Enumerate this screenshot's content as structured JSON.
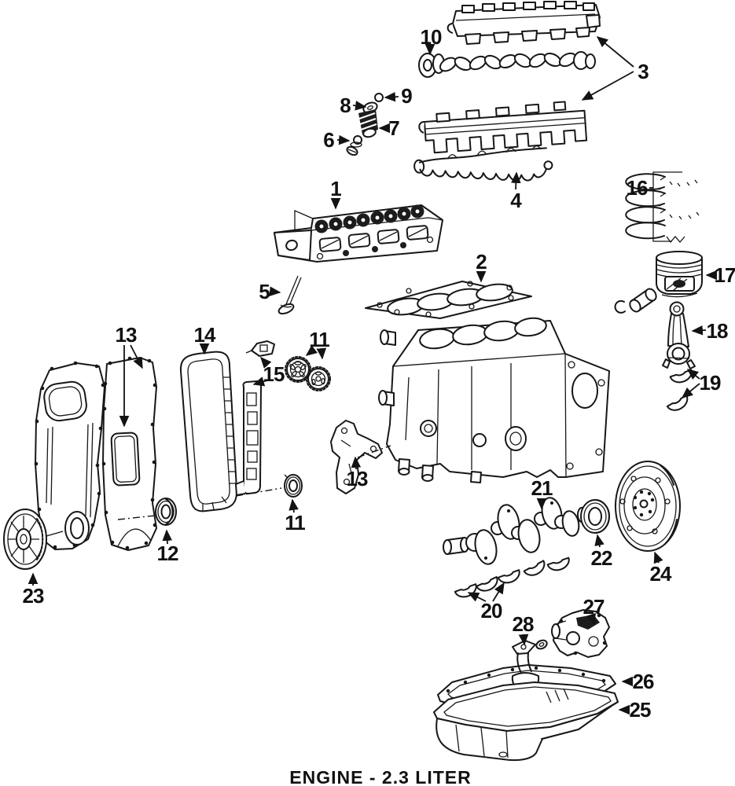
{
  "title": "ENGINE - 2.3 LITER",
  "callouts": {
    "cylinder_head": "1",
    "head_gasket": "2",
    "cam_carrier_cover": "3",
    "valve_cover_gasket": "4",
    "valve": "5",
    "valve_stem_seal": "6",
    "valve_spring": "7",
    "spring_retainer": "8",
    "valve_keeper": "9",
    "camshaft": "10",
    "cam_gears": "11",
    "crank_sprocket_seal": "11",
    "front_seal": "12",
    "front_covers": "13",
    "cover_bracket": "13",
    "timing_chain": "14",
    "chain_tensioner": "15",
    "piston_rings": "16",
    "piston": "17",
    "connecting_rod": "18",
    "rod_bearings": "19",
    "main_bearings": "20",
    "crankshaft": "21",
    "rear_main_seal": "22",
    "crank_pulley": "23",
    "flywheel": "24",
    "oil_pan": "25",
    "pan_gasket": "26",
    "oil_pump": "27",
    "oil_pickup": "28"
  }
}
